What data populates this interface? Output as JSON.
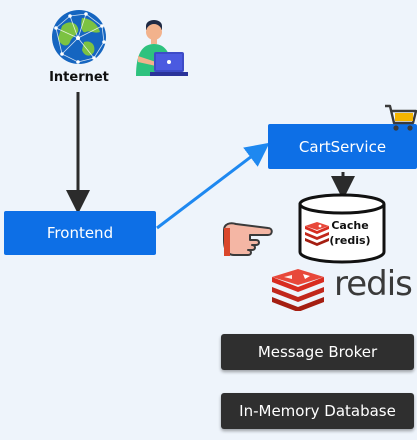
{
  "nodes": {
    "internet": "Internet",
    "frontend": "Frontend",
    "cartservice": "CartService",
    "cache_line1": "Cache",
    "cache_line2": "(redis)",
    "redis_logo_text": "redis",
    "message_broker": "Message Broker",
    "in_memory_database": "In-Memory Database"
  },
  "icons": [
    "globe-icon",
    "developer-icon",
    "shopping-cart-icon",
    "pointing-hand-icon",
    "redis-logo-icon",
    "database-cylinder-icon"
  ],
  "colors": {
    "background": "#eef4fb",
    "service_box": "#0d6fe6",
    "dark_box": "#2f2f2f",
    "arrow_blue": "#1e88f0",
    "arrow_dark": "#2b2b2b",
    "redis_red": "#d82c20"
  }
}
